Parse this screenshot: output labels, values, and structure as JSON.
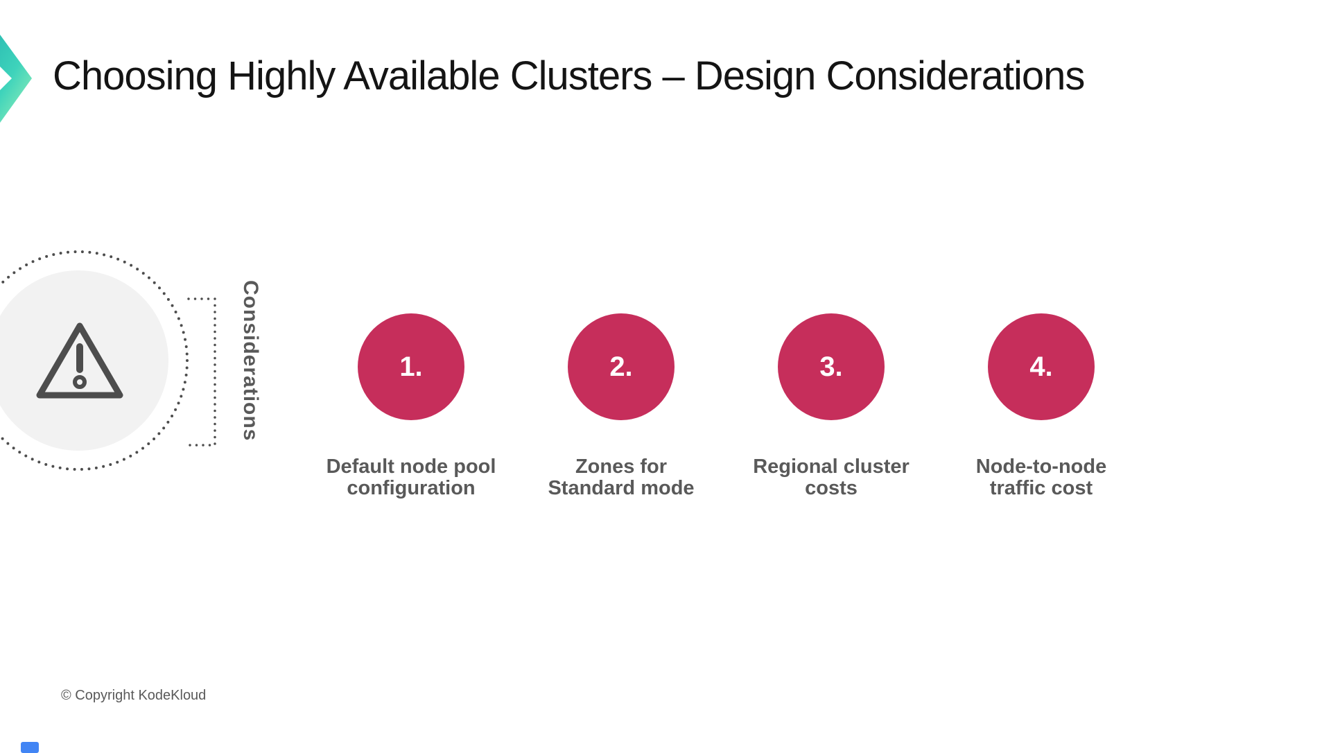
{
  "header": {
    "title": "Choosing Highly Available Clusters – Design Considerations"
  },
  "diagram": {
    "category_label": "Considerations",
    "warning_icon": "warning-triangle-icon",
    "items": [
      {
        "number": "1.",
        "line1": "Default node pool",
        "line2": "configuration"
      },
      {
        "number": "2.",
        "line1": "Zones for",
        "line2": "Standard mode"
      },
      {
        "number": "3.",
        "line1": "Regional cluster",
        "line2": "costs"
      },
      {
        "number": "4.",
        "line1": "Node-to-node",
        "line2": "traffic cost"
      }
    ]
  },
  "footer": {
    "copyright": "© Copyright KodeKloud"
  },
  "colors": {
    "accent_crimson": "#C62E5B",
    "chevron_teal": "#2FC0B4",
    "chevron_mint": "#85EAB9",
    "text_gray": "#595959",
    "icon_stroke_gray": "#4d4d4d",
    "icon_circle_fill": "#F2F2F2",
    "bottom_marker_blue": "#4285F4"
  }
}
